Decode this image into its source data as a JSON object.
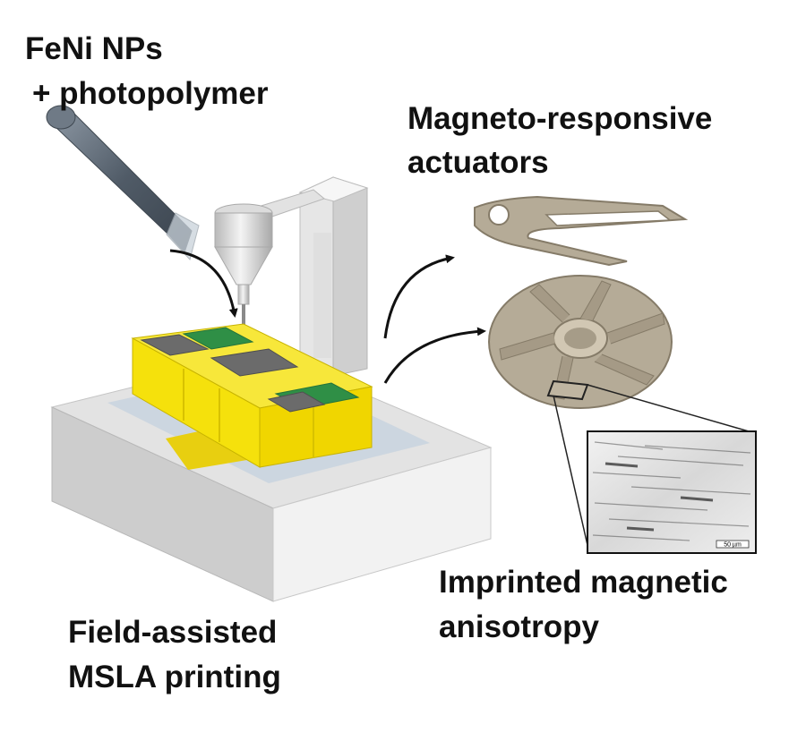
{
  "labels": {
    "ink_line1": "FeNi NPs",
    "ink_line2": "+ photopolymer",
    "actuators_line1": "Magneto-responsive",
    "actuators_line2": "actuators",
    "printing_line1": "Field-assisted",
    "printing_line2": "MSLA printing",
    "anisotropy_line1": "Imprinted magnetic",
    "anisotropy_line2": "anisotropy",
    "scale_bar": "50 µm"
  },
  "colors": {
    "resin_vat": "#f5e10c",
    "substrate": "#d9d9d9",
    "actuator": "#b5ab97",
    "tube": "#5b6570",
    "magnet_top": "#6b6b6b",
    "magnet_accent": "#2f8f46"
  }
}
